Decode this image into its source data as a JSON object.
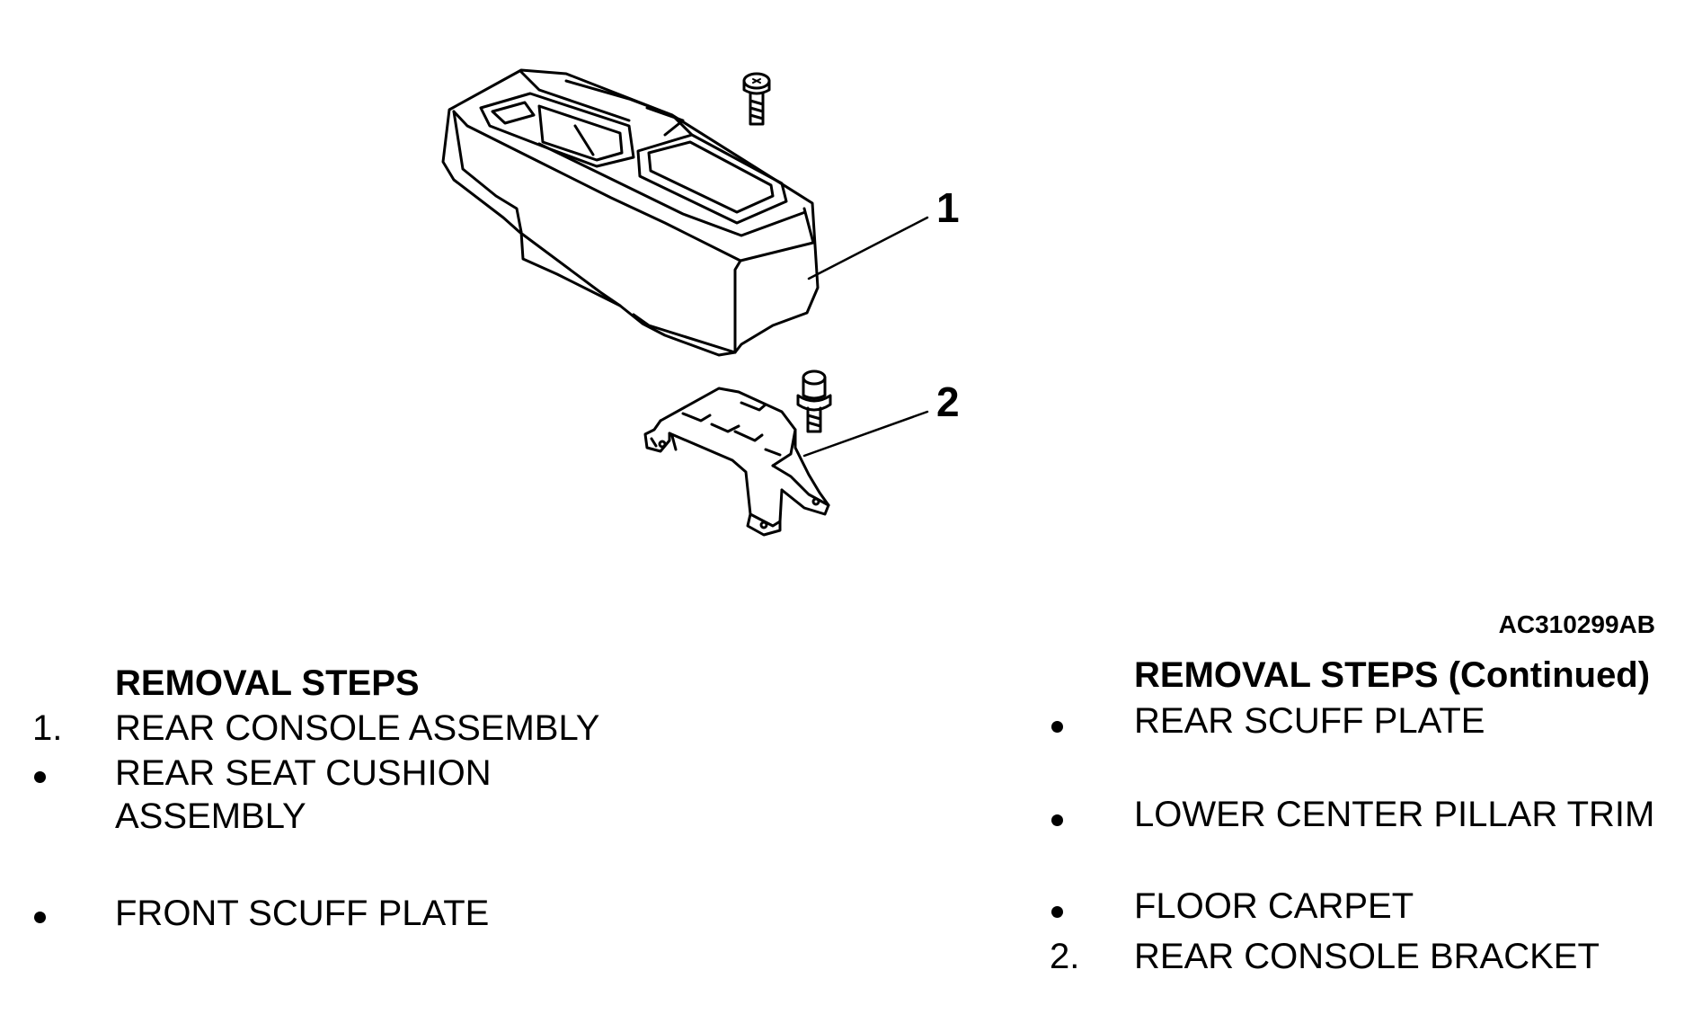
{
  "figure": {
    "code": "AC310299AB",
    "callouts": [
      "1",
      "2"
    ]
  },
  "left_list": {
    "heading": "REMOVAL STEPS",
    "steps": [
      {
        "marker": "1.",
        "text": "REAR CONSOLE ASSEMBLY"
      },
      {
        "marker": "bullet",
        "text": "REAR SEAT CUSHION",
        "text2": "ASSEMBLY"
      },
      {
        "marker": "bullet",
        "text": "FRONT SCUFF PLATE"
      }
    ]
  },
  "right_list": {
    "heading": "REMOVAL STEPS (Continued)",
    "steps": [
      {
        "marker": "bullet",
        "text": "REAR SCUFF PLATE"
      },
      {
        "marker": "bullet",
        "text": "LOWER CENTER PILLAR TRIM"
      },
      {
        "marker": "bullet",
        "text": "FLOOR CARPET"
      },
      {
        "marker": "2.",
        "text": "REAR CONSOLE BRACKET"
      }
    ]
  }
}
